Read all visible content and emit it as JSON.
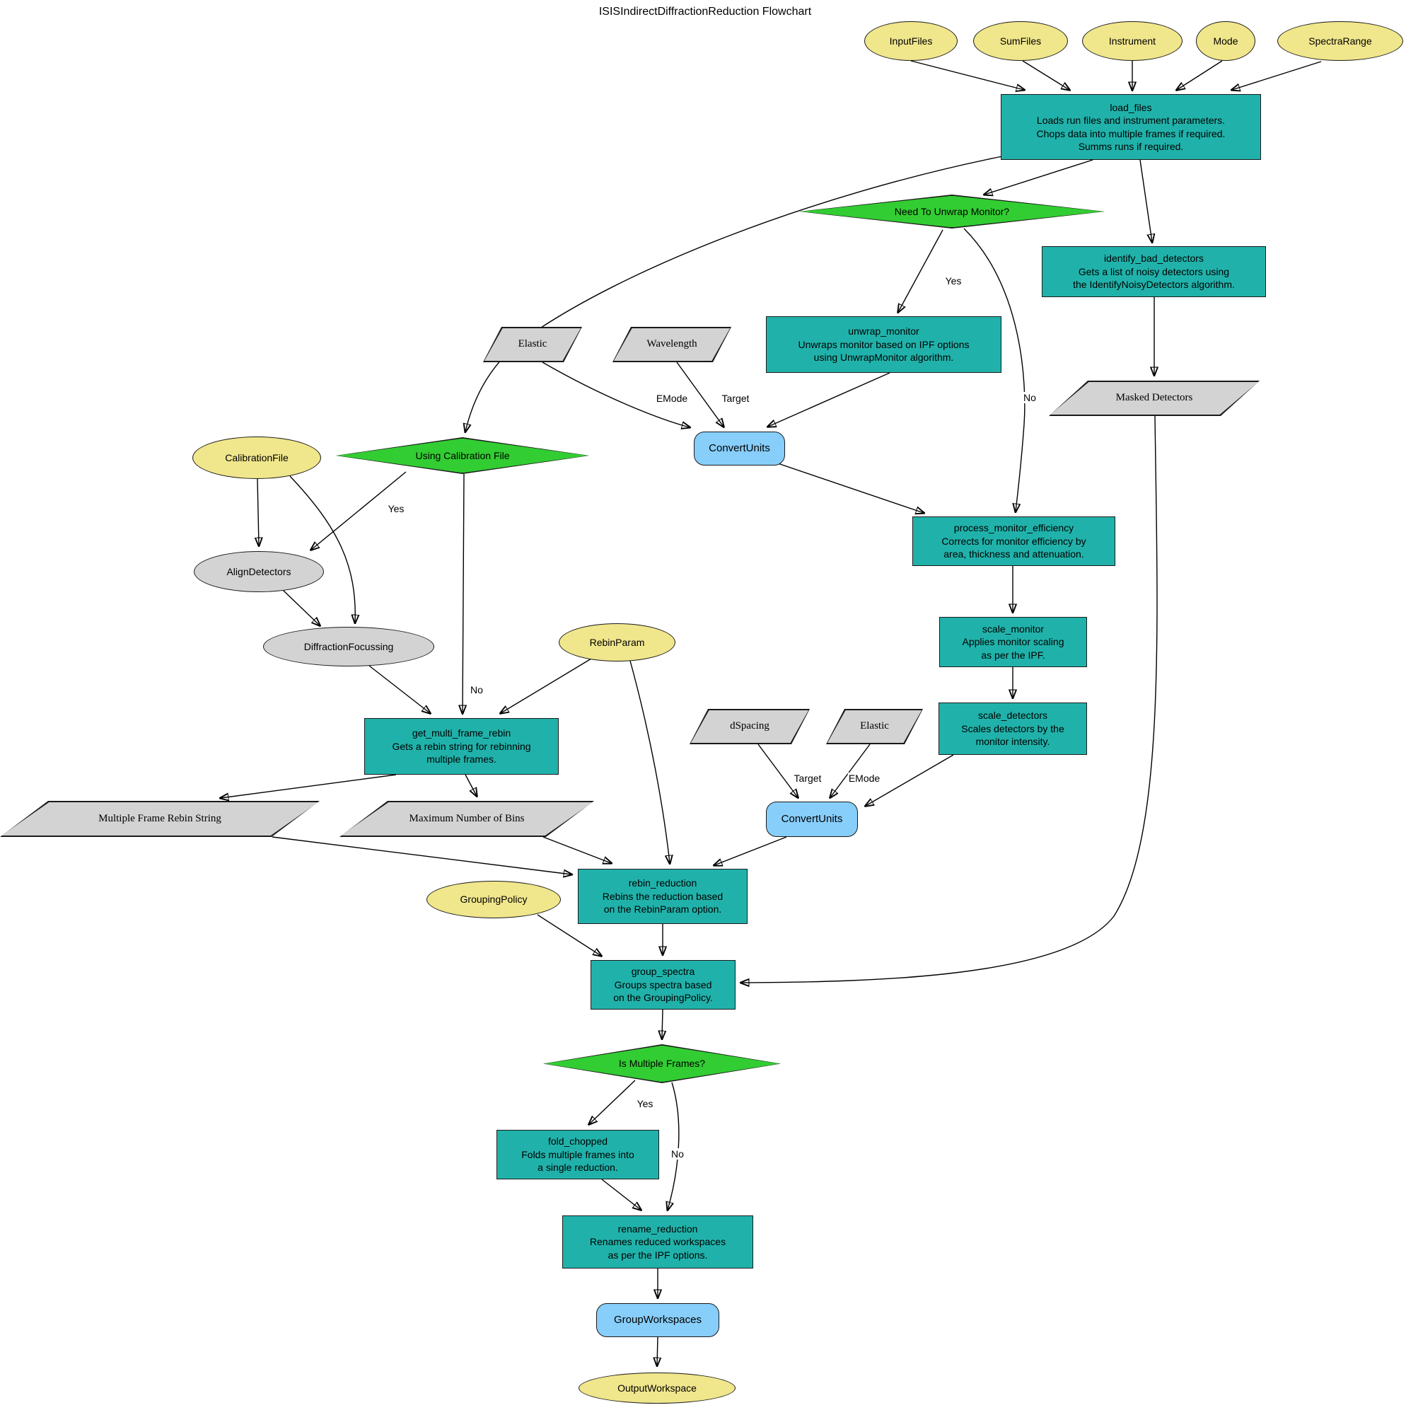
{
  "title": "ISISIndirectDiffractionReduction Flowchart",
  "colors": {
    "algorithm_step": "#20B2AA",
    "decision": "#32CD32",
    "parameter": "#F0E68C",
    "mantid_algorithm": "#87CEFA",
    "intermediate": "#D3D3D3"
  },
  "nodes": {
    "input_files": {
      "label": "InputFiles",
      "type": "parameter"
    },
    "sum_files": {
      "label": "SumFiles",
      "type": "parameter"
    },
    "instrument": {
      "label": "Instrument",
      "type": "parameter"
    },
    "mode": {
      "label": "Mode",
      "type": "parameter"
    },
    "spectra_range": {
      "label": "SpectraRange",
      "type": "parameter"
    },
    "load_files": {
      "label": "load_files\nLoads run files and instrument parameters.\nChops data into multiple frames if required.\nSumms runs if required.",
      "type": "algorithm-step"
    },
    "need_to_unwrap_monitor": {
      "label": "Need To Unwrap Monitor?",
      "type": "decision"
    },
    "identify_bad_detectors": {
      "label": "identify_bad_detectors\nGets a list of noisy detectors using\nthe IdentifyNoisyDetectors algorithm.",
      "type": "algorithm-step"
    },
    "unwrap_monitor": {
      "label": "unwrap_monitor\nUnwraps monitor based on IPF options\nusing UnwrapMonitor algorithm.",
      "type": "algorithm-step"
    },
    "elastic_1": {
      "label": "Elastic",
      "type": "intermediate"
    },
    "wavelength": {
      "label": "Wavelength",
      "type": "intermediate"
    },
    "convert_units_1": {
      "label": "ConvertUnits",
      "type": "mantid-algorithm"
    },
    "masked_detectors": {
      "label": "Masked Detectors",
      "type": "intermediate"
    },
    "calibration_file": {
      "label": "CalibrationFile",
      "type": "parameter"
    },
    "using_calibration_file": {
      "label": "Using Calibration File",
      "type": "decision"
    },
    "align_detectors": {
      "label": "AlignDetectors",
      "type": "intermediate"
    },
    "diffraction_focussing": {
      "label": "DiffractionFocussing",
      "type": "intermediate"
    },
    "rebin_param": {
      "label": "RebinParam",
      "type": "parameter"
    },
    "process_monitor_efficiency": {
      "label": "process_monitor_efficiency\nCorrects for monitor efficiency by\narea, thickness and attenuation.",
      "type": "algorithm-step"
    },
    "scale_monitor": {
      "label": "scale_monitor\nApplies monitor scaling\nas per the IPF.",
      "type": "algorithm-step"
    },
    "scale_detectors": {
      "label": "scale_detectors\nScales detectors by the\nmonitor intensity.",
      "type": "algorithm-step"
    },
    "get_multi_frame_rebin": {
      "label": "get_multi_frame_rebin\nGets a rebin string for rebinning\nmultiple frames.",
      "type": "algorithm-step"
    },
    "dspacing": {
      "label": "dSpacing",
      "type": "intermediate"
    },
    "elastic_2": {
      "label": "Elastic",
      "type": "intermediate"
    },
    "convert_units_2": {
      "label": "ConvertUnits",
      "type": "mantid-algorithm"
    },
    "multiple_frame_rebin_string": {
      "label": "Multiple Frame Rebin String",
      "type": "intermediate"
    },
    "maximum_number_of_bins": {
      "label": "Maximum Number of Bins",
      "type": "intermediate"
    },
    "grouping_policy": {
      "label": "GroupingPolicy",
      "type": "parameter"
    },
    "rebin_reduction": {
      "label": "rebin_reduction\nRebins the reduction based\non the RebinParam option.",
      "type": "algorithm-step"
    },
    "group_spectra": {
      "label": "group_spectra\nGroups spectra based\non the GroupingPolicy.",
      "type": "algorithm-step"
    },
    "is_multiple_frames": {
      "label": "Is Multiple Frames?",
      "type": "decision"
    },
    "fold_chopped": {
      "label": "fold_chopped\nFolds multiple frames into\na single reduction.",
      "type": "algorithm-step"
    },
    "rename_reduction": {
      "label": "rename_reduction\nRenames reduced workspaces\nas per the IPF options.",
      "type": "algorithm-step"
    },
    "group_workspaces": {
      "label": "GroupWorkspaces",
      "type": "mantid-algorithm"
    },
    "output_workspace": {
      "label": "OutputWorkspace",
      "type": "parameter"
    }
  },
  "edges": [
    {
      "from": "InputFiles",
      "to": "load_files"
    },
    {
      "from": "SumFiles",
      "to": "load_files"
    },
    {
      "from": "Instrument",
      "to": "load_files"
    },
    {
      "from": "Mode",
      "to": "load_files"
    },
    {
      "from": "SpectraRange",
      "to": "load_files"
    },
    {
      "from": "load_files",
      "to": "need_to_unwrap_monitor"
    },
    {
      "from": "load_files",
      "to": "identify_bad_detectors"
    },
    {
      "from": "load_files",
      "to": "using_calibration_file"
    },
    {
      "from": "need_to_unwrap_monitor",
      "to": "unwrap_monitor",
      "label": "Yes"
    },
    {
      "from": "need_to_unwrap_monitor",
      "to": "process_monitor_efficiency",
      "label": "No"
    },
    {
      "from": "identify_bad_detectors",
      "to": "masked_detectors"
    },
    {
      "from": "masked_detectors",
      "to": "group_spectra"
    },
    {
      "from": "unwrap_monitor",
      "to": "convert_units_1"
    },
    {
      "from": "elastic_1",
      "to": "convert_units_1",
      "label": "EMode"
    },
    {
      "from": "wavelength",
      "to": "convert_units_1",
      "label": "Target"
    },
    {
      "from": "convert_units_1",
      "to": "process_monitor_efficiency"
    },
    {
      "from": "process_monitor_efficiency",
      "to": "scale_monitor"
    },
    {
      "from": "scale_monitor",
      "to": "scale_detectors"
    },
    {
      "from": "scale_detectors",
      "to": "convert_units_2"
    },
    {
      "from": "dspacing",
      "to": "convert_units_2",
      "label": "Target"
    },
    {
      "from": "elastic_2",
      "to": "convert_units_2",
      "label": "EMode"
    },
    {
      "from": "convert_units_2",
      "to": "rebin_reduction"
    },
    {
      "from": "using_calibration_file",
      "to": "align_detectors",
      "label": "Yes"
    },
    {
      "from": "calibration_file",
      "to": "align_detectors"
    },
    {
      "from": "calibration_file",
      "to": "diffraction_focussing"
    },
    {
      "from": "align_detectors",
      "to": "diffraction_focussing"
    },
    {
      "from": "using_calibration_file",
      "to": "get_multi_frame_rebin",
      "label": "No"
    },
    {
      "from": "diffraction_focussing",
      "to": "get_multi_frame_rebin"
    },
    {
      "from": "rebin_param",
      "to": "get_multi_frame_rebin"
    },
    {
      "from": "rebin_param",
      "to": "rebin_reduction"
    },
    {
      "from": "get_multi_frame_rebin",
      "to": "multiple_frame_rebin_string"
    },
    {
      "from": "get_multi_frame_rebin",
      "to": "maximum_number_of_bins"
    },
    {
      "from": "multiple_frame_rebin_string",
      "to": "rebin_reduction"
    },
    {
      "from": "maximum_number_of_bins",
      "to": "rebin_reduction"
    },
    {
      "from": "grouping_policy",
      "to": "group_spectra"
    },
    {
      "from": "rebin_reduction",
      "to": "group_spectra"
    },
    {
      "from": "group_spectra",
      "to": "is_multiple_frames"
    },
    {
      "from": "is_multiple_frames",
      "to": "fold_chopped",
      "label": "Yes"
    },
    {
      "from": "is_multiple_frames",
      "to": "rename_reduction",
      "label": "No"
    },
    {
      "from": "fold_chopped",
      "to": "rename_reduction"
    },
    {
      "from": "rename_reduction",
      "to": "group_workspaces"
    },
    {
      "from": "group_workspaces",
      "to": "output_workspace"
    }
  ]
}
